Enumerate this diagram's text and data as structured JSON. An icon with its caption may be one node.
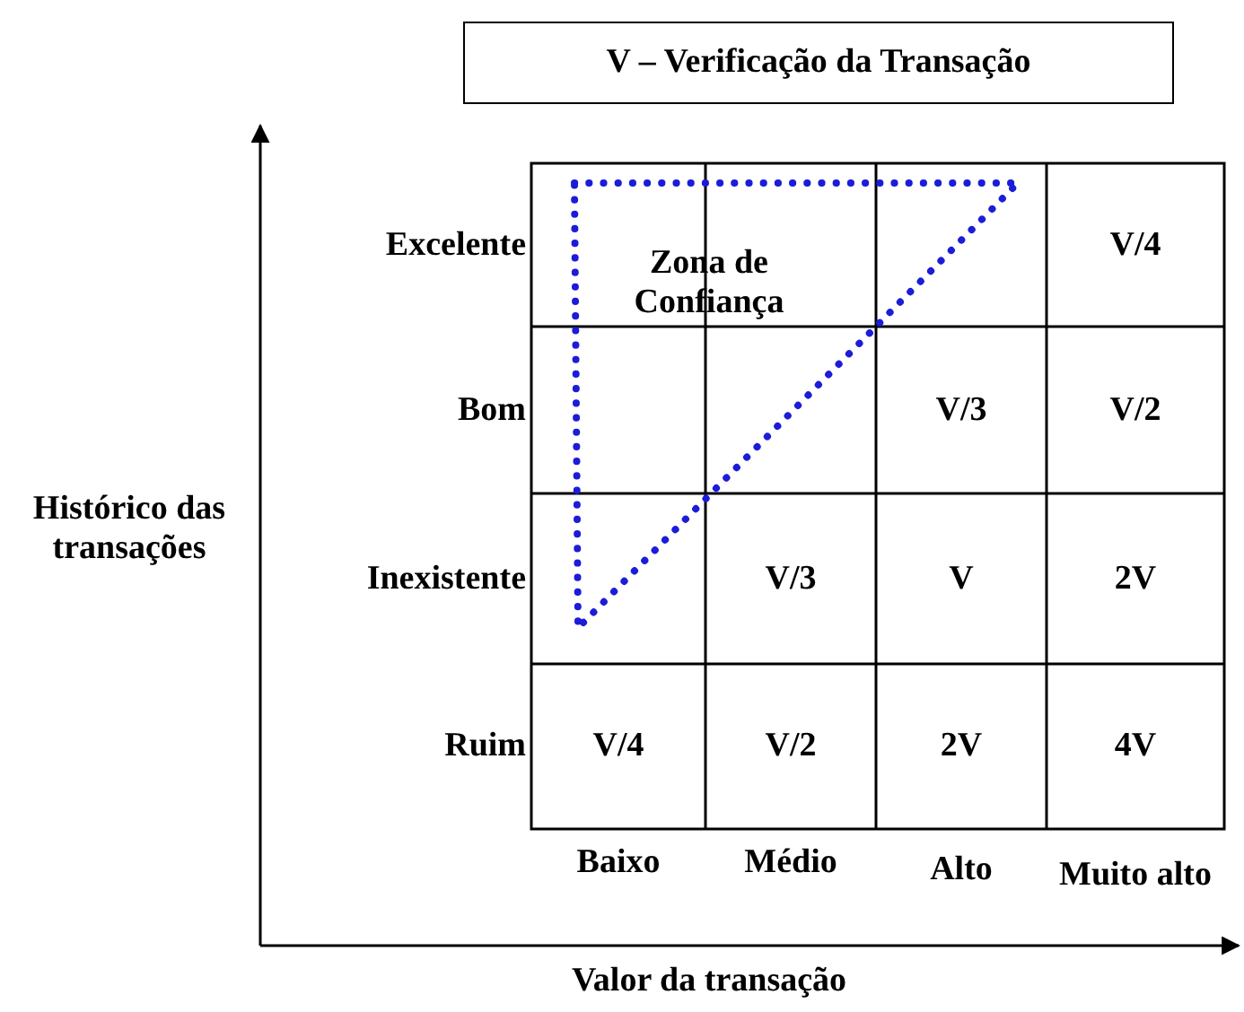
{
  "diagram": {
    "title": "V – Verificação da Transação",
    "labels": [
      "Excelente",
      "Zona de Confiança",
      "V/4",
      "Bom",
      "V/3",
      "V/2",
      "Histórico das transações",
      "Inexistente",
      "V/3",
      "V",
      "2V",
      "Ruim",
      "V/4",
      "V/2",
      "2V",
      "4V",
      "Baixo",
      "Médio",
      "Alto",
      "Muito alto",
      "Valor da transação"
    ]
  }
}
